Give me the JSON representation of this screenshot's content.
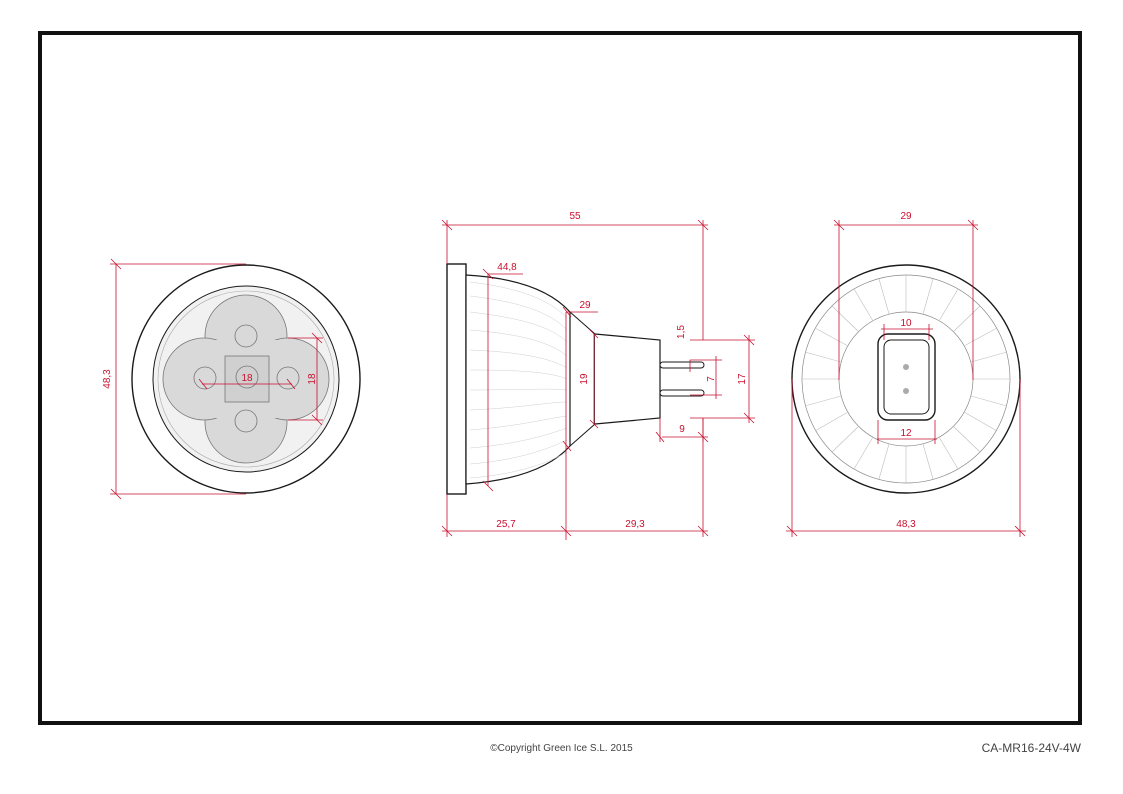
{
  "drawing": {
    "colors": {
      "outline": "#1a1a1a",
      "dimension": "#c8102e",
      "led_fill": "#d9d9d9",
      "thin_line": "#9a9a9a"
    },
    "front_view": {
      "dims": {
        "diameter": "48,3",
        "led_spacing": "18",
        "led_pair": "18"
      }
    },
    "side_view": {
      "dims": {
        "overall_length": "55",
        "reflector_diameter": "44,8",
        "neck_diameter": "29",
        "cap_diameter": "19",
        "pin_diameter": "1,5",
        "pin_spacing": "7",
        "base_height": "17",
        "pin_length": "9",
        "reflector_length": "25,7",
        "base_length": "29,3"
      }
    },
    "back_view": {
      "dims": {
        "inner_diameter": "29",
        "socket_top": "10",
        "socket_bottom": "12",
        "diameter": "48,3"
      }
    }
  },
  "footer": {
    "copyright": "©Copyright Green Ice S.L. 2015",
    "product_code": "CA-MR16-24V-4W"
  }
}
